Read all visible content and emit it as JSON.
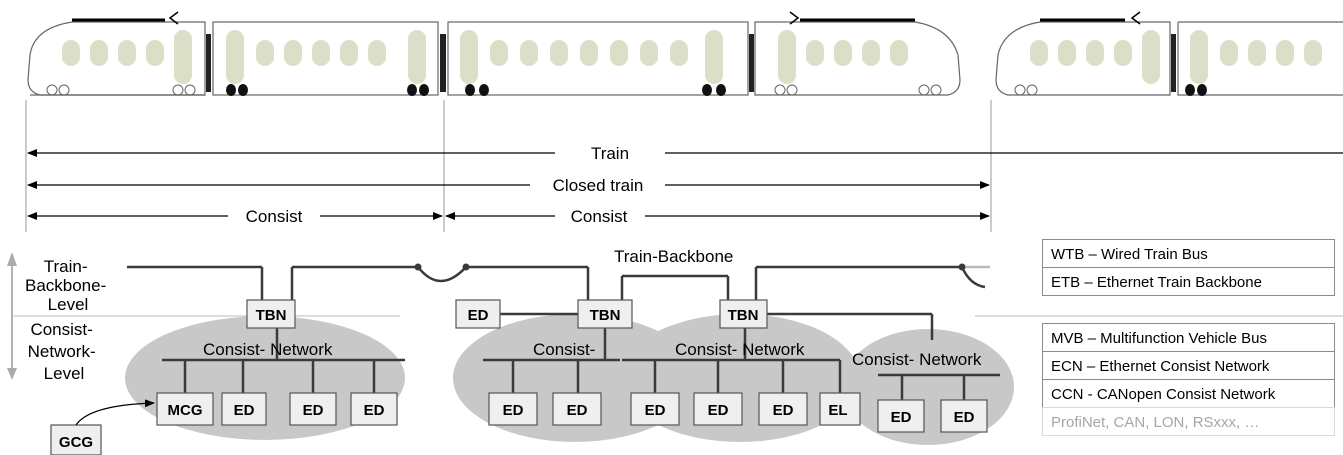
{
  "spans": {
    "train": "Train",
    "closed_train": "Closed train",
    "consist_1": "Consist",
    "consist_2": "Consist"
  },
  "levels": {
    "backbone": [
      "Train-",
      "Backbone-",
      "Level"
    ],
    "consist": [
      "Consist-",
      "Network-",
      "Level"
    ]
  },
  "backbone_label": "Train-Backbone",
  "nodes": {
    "tbn": "TBN",
    "ed": "ED",
    "mcg": "MCG",
    "gcg": "GCG",
    "ed_partial": "EL"
  },
  "networks": {
    "consist_network": "Consist- Network",
    "consist_partial": "Consist-"
  },
  "legend_backbone": [
    "WTB – Wired Train Bus",
    "ETB – Ethernet Train Backbone"
  ],
  "legend_consist": [
    "MVB – Multifunction Vehicle Bus",
    "ECN – Ethernet Consist Network",
    "CCN - CANopen Consist Network",
    "ProfiNet, CAN, LON, RSxxx, …"
  ],
  "colors": {
    "ellipse": "#c8c8c8",
    "window": "#dcdfc8",
    "line": "#3a3a3a"
  }
}
